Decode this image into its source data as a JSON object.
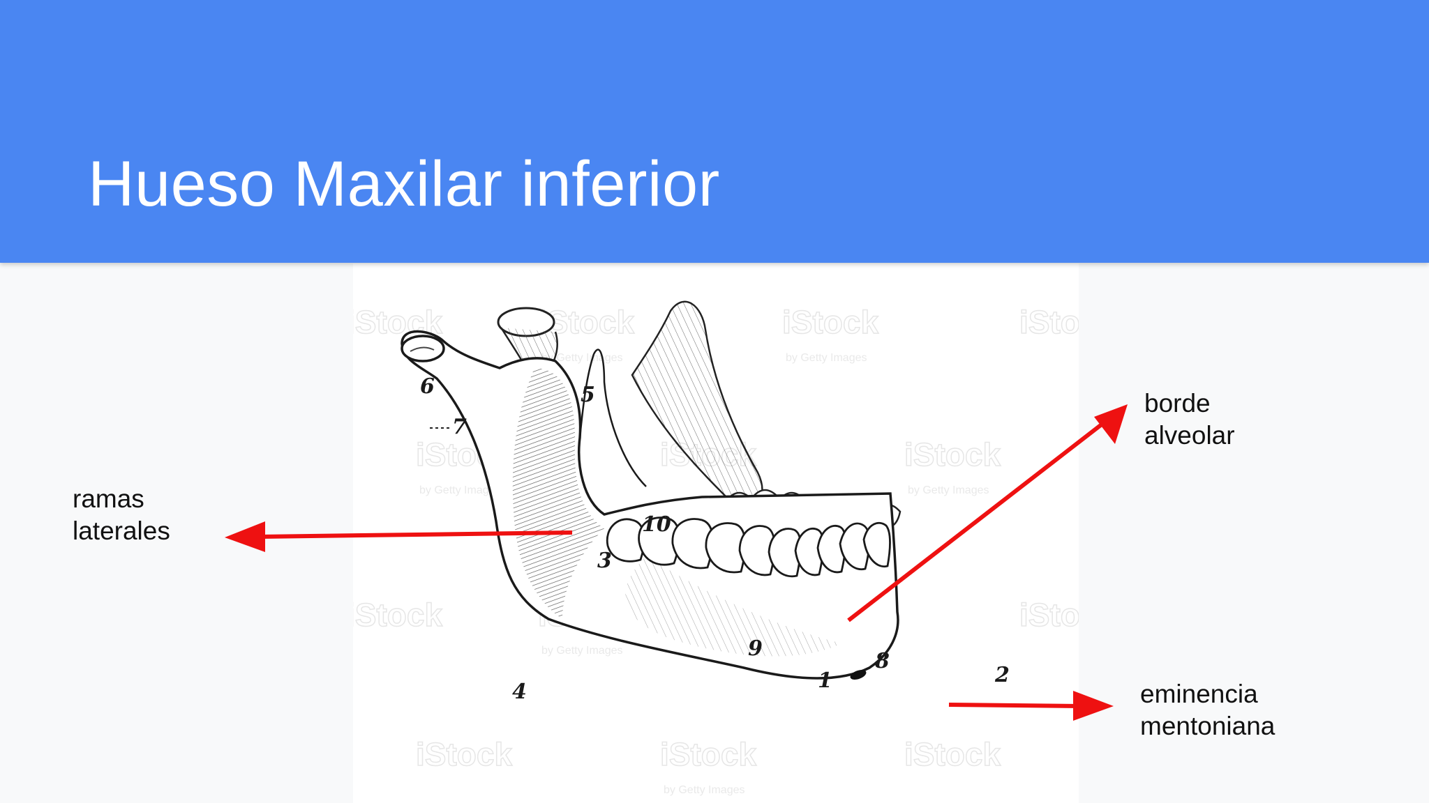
{
  "slide": {
    "title": "Hueso Maxilar inferior",
    "header_color": "#4a86f2",
    "arrow_color": "#ee1111"
  },
  "labels": {
    "ramas": [
      "ramas",
      "laterales"
    ],
    "borde": [
      "borde",
      "alveolar"
    ],
    "eminencia": [
      "eminencia",
      "mentoniana"
    ]
  },
  "figure": {
    "numbers": [
      "1",
      "2",
      "3",
      "4",
      "5",
      "6",
      "7",
      "8",
      "9",
      "10"
    ],
    "watermark": "iStock",
    "watermark_sub": "by Getty Images"
  }
}
